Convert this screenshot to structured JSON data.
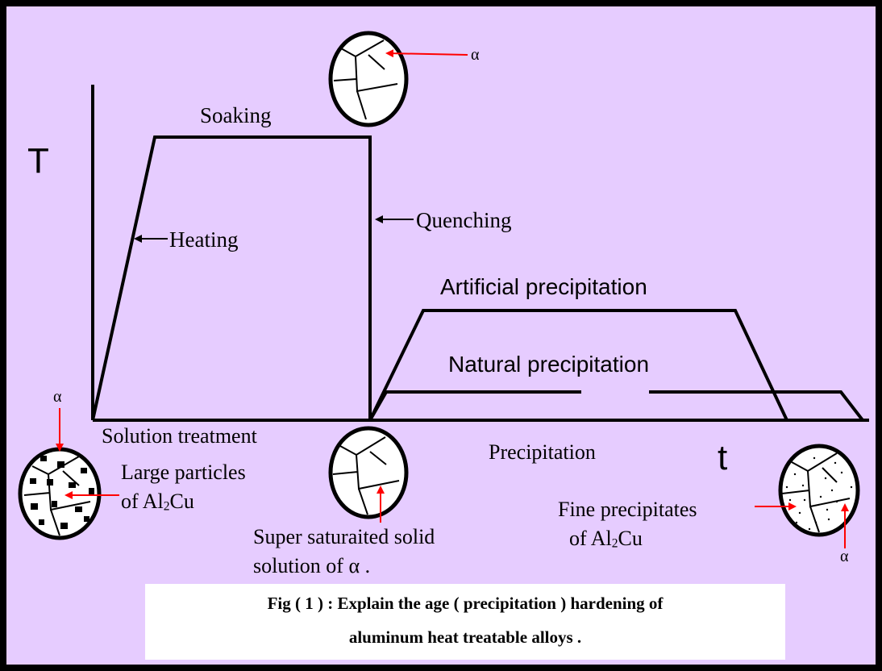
{
  "axes": {
    "y_label": "T",
    "x_label": "t"
  },
  "stages": {
    "soaking": "Soaking",
    "heating": "Heating",
    "quenching": "Quenching",
    "artificial": "Artificial precipitation",
    "natural": "Natural precipitation",
    "solution_treatment": "Solution treatment",
    "precipitation": "Precipitation"
  },
  "phase_symbol": "α",
  "labels": {
    "large_particles_1": "Large particles",
    "large_particles_2": "of Al",
    "large_particles_sub": "2",
    "large_particles_3": "Cu",
    "supersat_1": "Super saturaited solid",
    "supersat_2": "solution of  α .",
    "fine_1": "Fine precipitates",
    "fine_2": "of Al",
    "fine_sub": "2",
    "fine_3": "Cu"
  },
  "caption": {
    "line1": "Fig ( 1  ) : Explain the age ( precipitation ) hardening of",
    "line2": "aluminum heat treatable alloys ."
  },
  "colors": {
    "background": "#e6ccff",
    "arrow": "#ff0000",
    "line": "#000000"
  }
}
